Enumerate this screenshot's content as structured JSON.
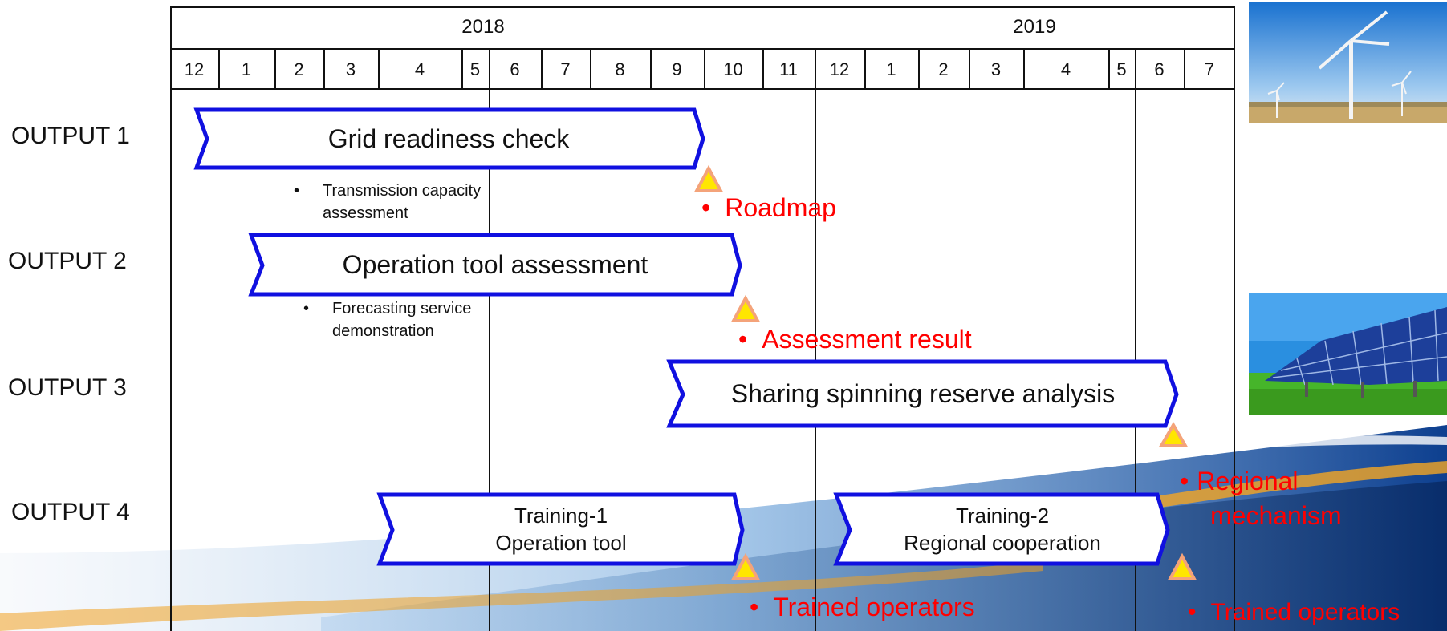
{
  "timeline": {
    "years": [
      {
        "label": "2018"
      },
      {
        "label": "2019"
      }
    ],
    "months": [
      "12",
      "1",
      "2",
      "3",
      "4",
      "5",
      "6",
      "7",
      "8",
      "9",
      "10",
      "11",
      "12",
      "1",
      "2",
      "3",
      "4",
      "5",
      "6",
      "7"
    ]
  },
  "outputs": [
    {
      "label": "OUTPUT 1"
    },
    {
      "label": "OUTPUT 2"
    },
    {
      "label": "OUTPUT 3"
    },
    {
      "label": "OUTPUT 4"
    }
  ],
  "activities": {
    "grid_readiness": "Grid readiness check",
    "operation_tool": "Operation tool assessment",
    "spinning_reserve": "Sharing spinning reserve analysis",
    "training1_line1": "Training-1",
    "training1_line2": "Operation tool",
    "training2_line1": "Training-2",
    "training2_line2": "Regional cooperation"
  },
  "notes": {
    "transmission_line1": "Transmission capacity",
    "transmission_line2": "assessment",
    "forecasting_line1": "Forecasting service",
    "forecasting_line2": "demonstration",
    "bullet": "•"
  },
  "milestones": {
    "roadmap": "Roadmap",
    "assessment_result": "Assessment result",
    "regional_line1": "Regional",
    "regional_line2": "mechanism",
    "trained1": "Trained operators",
    "trained2": "Trained operators"
  },
  "images": {
    "wind": "wind-turbines-photo",
    "solar": "solar-panels-photo"
  },
  "colors": {
    "arrow_outline": "#1010e0",
    "milestone_text": "#ff0000",
    "triangle_fill": "#ffe600",
    "triangle_edge": "#f4a37a"
  }
}
